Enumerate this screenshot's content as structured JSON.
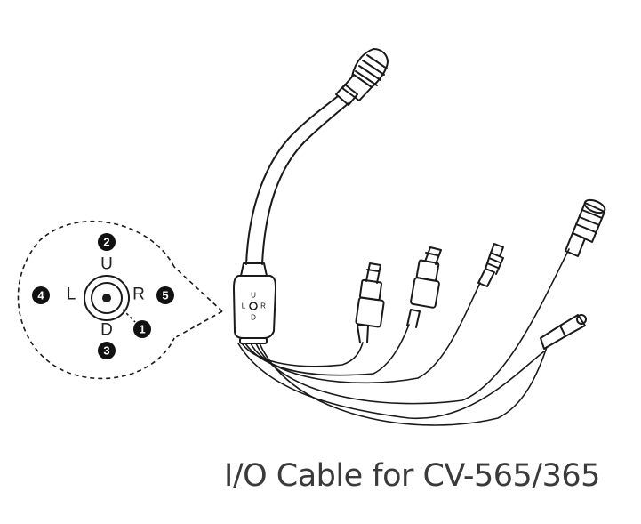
{
  "caption": "I/O Cable for CV-565/365",
  "joystick": {
    "up": "U",
    "down": "D",
    "left": "L",
    "right": "R",
    "badges": [
      "1",
      "2",
      "3",
      "4",
      "5"
    ]
  },
  "hub_labels": {
    "up": "U",
    "down": "D",
    "left": "L",
    "right": "R"
  },
  "colors": {
    "line": "#1a1a1a",
    "badge": "#111111",
    "caption": "#3a3a3a"
  }
}
